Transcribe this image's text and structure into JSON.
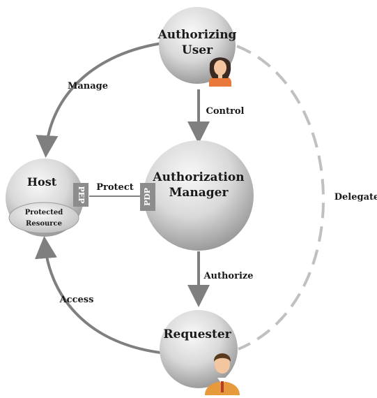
{
  "nodes": {
    "authorizing_user": {
      "line1": "Authorizing",
      "line2": "User"
    },
    "authorization_manager": {
      "line1": "Authorization",
      "line2": "Manager",
      "badge": "PDP"
    },
    "host": {
      "label": "Host",
      "badge": "PEP",
      "resource_line1": "Protected",
      "resource_line2": "Resource"
    },
    "requester": {
      "label": "Requester"
    }
  },
  "edges": {
    "manage": "Manage",
    "control": "Control",
    "protect": "Protect",
    "authorize": "Authorize",
    "access": "Access",
    "delegate": "Delegate"
  },
  "icons": {
    "user": "female-user-icon",
    "requester": "male-user-icon"
  },
  "colors": {
    "arrow": "#7f7f7f",
    "dashed": "#c0c0c0",
    "badge": "#8c8c8c",
    "text": "#1a1a1a"
  }
}
